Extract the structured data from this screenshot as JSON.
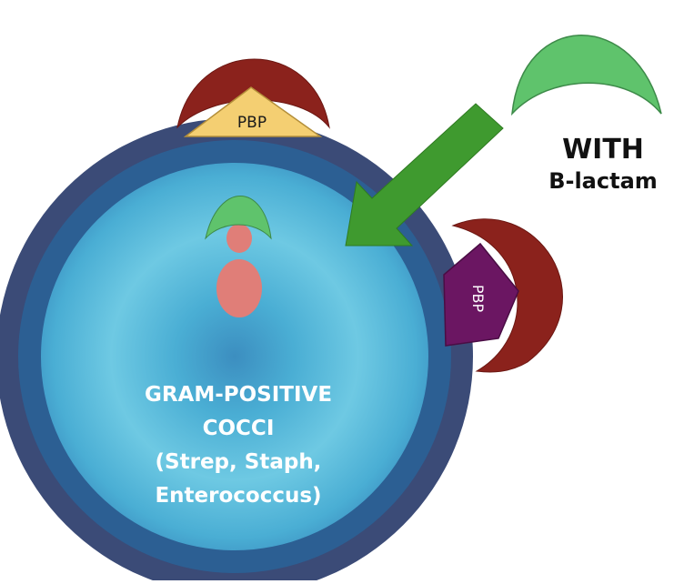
{
  "labels": {
    "pbp_top": "PBP",
    "pbp_right": "PBP",
    "with_line1": "WITH",
    "with_line2": "B-lactam",
    "cell_line1": "GRAM-POSITIVE",
    "cell_line2": "COCCI",
    "cell_line3": "(Strep, Staph,",
    "cell_line4": "Enterococcus)"
  },
  "colors": {
    "outer_ring": "#3b4b77",
    "cell_wall": "#2c5f93",
    "cytoplasm_light": "#6ec9e3",
    "cytoplasm_mid": "#4aaed4",
    "cytoplasm_edge": "#3c8ec0",
    "pbp_top_fill": "#f4cf72",
    "pbp_right_fill": "#6b1662",
    "blocked_antibiotic": "#8b221c",
    "beta_lactam_green": "#5fc36c",
    "arrow_green": "#3f9a2f",
    "target_pink": "#e07e78",
    "cell_text": "#ffffff"
  },
  "icons": {
    "arrow": "arrow-down-left-icon",
    "free_drug": "crescent-icon",
    "bound_drug": "crescent-icon",
    "target": "snowman-target-icon"
  }
}
